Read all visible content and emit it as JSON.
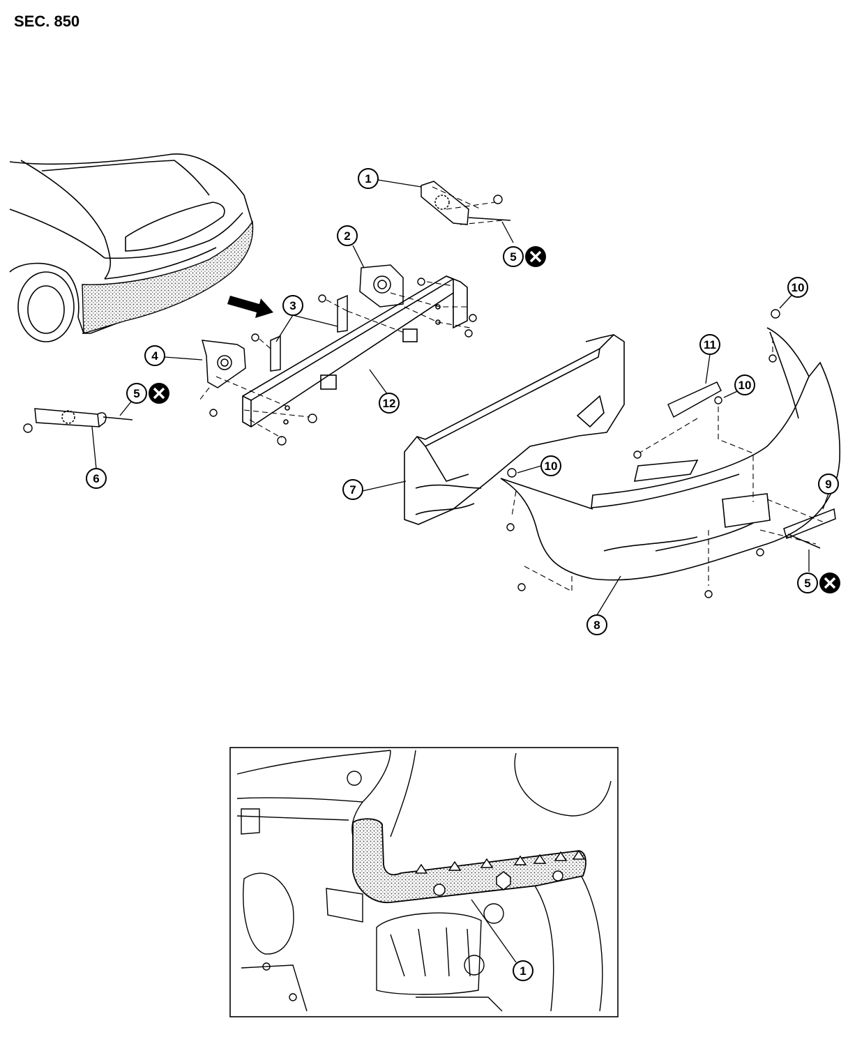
{
  "header": {
    "section_label": "SEC. 850"
  },
  "callouts": {
    "c1": "1",
    "c2": "2",
    "c3": "3",
    "c4": "4",
    "c5": "5",
    "c6": "6",
    "c7": "7",
    "c8": "8",
    "c9": "9",
    "c10": "10",
    "c11": "11",
    "c12": "12"
  },
  "symbols": {
    "replace_part_icon": "circled-x-icon",
    "arrow": "direction-arrow-icon"
  },
  "colors": {
    "line": "#000000",
    "background": "#ffffff",
    "stipple": "#9a9a9a"
  }
}
